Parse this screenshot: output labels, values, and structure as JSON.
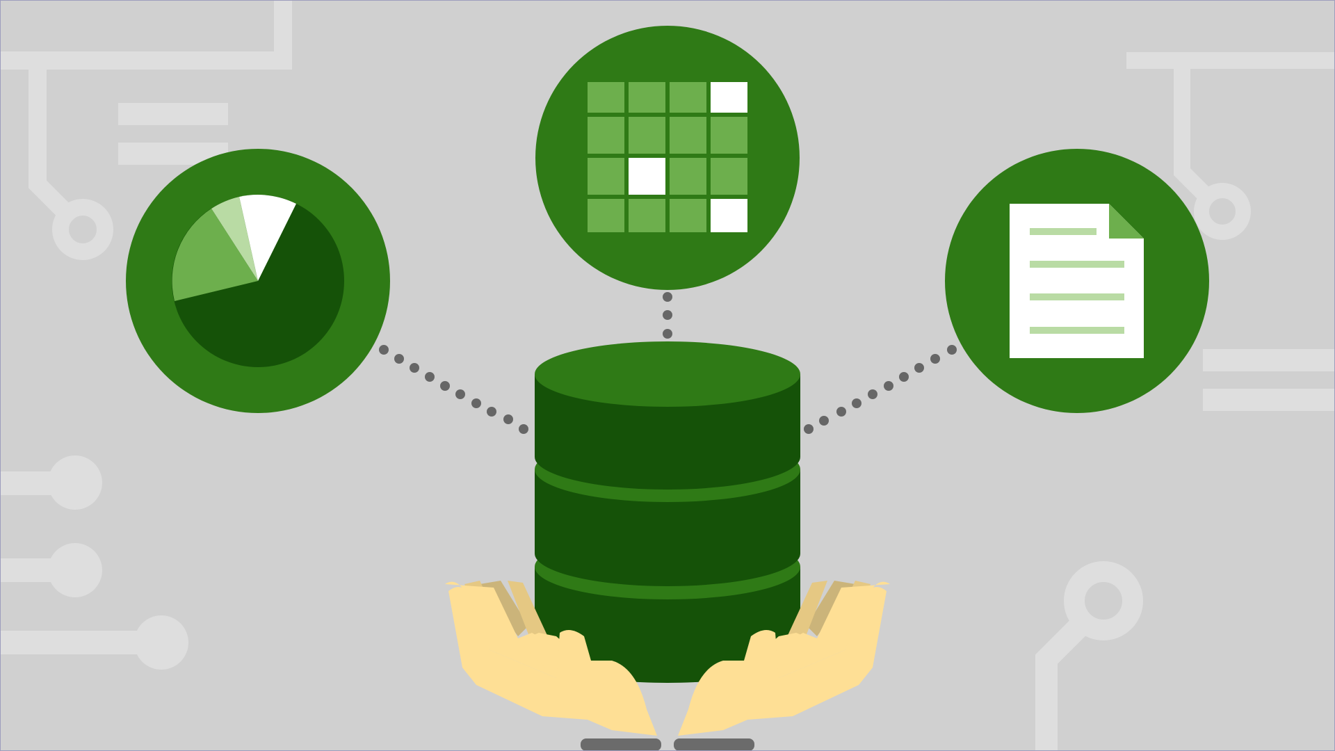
{
  "colors": {
    "background": "#d0d0d0",
    "circuit": "#dedede",
    "green_main": "#2f7a16",
    "green_dark": "#155208",
    "green_mid": "#6daf4d",
    "green_light": "#b9dba4",
    "white": "#ffffff",
    "skin": "#fedf95",
    "skin_shadow": "#e5c883",
    "skin_deep": "#cbb47a",
    "sleeve": "#6b6b6b",
    "dots": "#666666"
  },
  "icons": {
    "pie_chart": "pie-chart-icon",
    "table_grid": "table-grid-icon",
    "document": "document-icon",
    "database": "database-icon",
    "hands": "hands-icon"
  },
  "grid": {
    "rows": 4,
    "cols": 4,
    "highlighted_cells": [
      [
        0,
        3
      ],
      [
        2,
        1
      ],
      [
        3,
        3
      ]
    ]
  },
  "document_lines": 4
}
